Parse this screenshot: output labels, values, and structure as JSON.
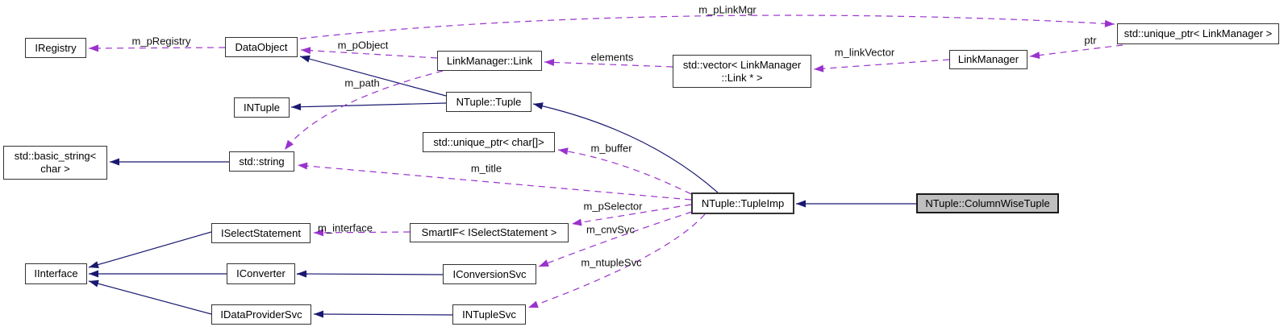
{
  "diagram": {
    "kind": "collaboration-graph",
    "main_class": "NTuple::ColumnWiseTuple"
  },
  "colors": {
    "background": "#ffffff",
    "inheritance_edge": "#191970",
    "usage_edge": "#9a32cd",
    "node_border": "#333333",
    "node_fill": "#ffffff",
    "main_node_fill": "#bfbfbf",
    "text": "#000000"
  },
  "nodes": [
    {
      "label": "IRegistry"
    },
    {
      "label": "DataObject"
    },
    {
      "label": "LinkManager::Link"
    },
    {
      "label": "std::vector< LinkManager\n::Link * >"
    },
    {
      "label": "LinkManager"
    },
    {
      "label": "std::unique_ptr< LinkManager >"
    },
    {
      "label": "INTuple"
    },
    {
      "label": "NTuple::Tuple"
    },
    {
      "label": "std::basic_string<\nchar >"
    },
    {
      "label": "std::string"
    },
    {
      "label": "std::unique_ptr< char[]>"
    },
    {
      "label": "NTuple::TupleImp"
    },
    {
      "label": "NTuple::ColumnWiseTuple"
    },
    {
      "label": "ISelectStatement"
    },
    {
      "label": "SmartIF< ISelectStatement >"
    },
    {
      "label": "IInterface"
    },
    {
      "label": "IConverter"
    },
    {
      "label": "IConversionSvc"
    },
    {
      "label": "IDataProviderSvc"
    },
    {
      "label": "INTupleSvc"
    }
  ],
  "edges": [
    {
      "from": "DataObject",
      "to": "IRegistry",
      "label": "m_pRegistry",
      "kind": "usage"
    },
    {
      "from": "LinkManager::Link",
      "to": "DataObject",
      "label": "m_pObject",
      "kind": "usage"
    },
    {
      "from": "DataObject",
      "to": "std::unique_ptr< LinkManager >",
      "label": "m_pLinkMgr",
      "kind": "usage"
    },
    {
      "from": "std::vector< LinkManager::Link * >",
      "to": "LinkManager::Link",
      "label": "elements",
      "kind": "usage"
    },
    {
      "from": "LinkManager",
      "to": "std::vector< LinkManager::Link * >",
      "label": "m_linkVector",
      "kind": "usage"
    },
    {
      "from": "std::unique_ptr< LinkManager >",
      "to": "LinkManager",
      "label": "ptr",
      "kind": "usage"
    },
    {
      "from": "LinkManager::Link",
      "to": "std::string",
      "label": "m_path",
      "kind": "usage"
    },
    {
      "from": "NTuple::TupleImp",
      "to": "std::unique_ptr< char[]>",
      "label": "m_buffer",
      "kind": "usage"
    },
    {
      "from": "NTuple::TupleImp",
      "to": "std::string",
      "label": "m_title",
      "kind": "usage"
    },
    {
      "from": "NTuple::TupleImp",
      "to": "SmartIF< ISelectStatement >",
      "label": "m_pSelector",
      "kind": "usage"
    },
    {
      "from": "NTuple::TupleImp",
      "to": "IConversionSvc",
      "label": "m_cnvSvc",
      "kind": "usage"
    },
    {
      "from": "NTuple::TupleImp",
      "to": "INTupleSvc",
      "label": "m_ntupleSvc",
      "kind": "usage"
    },
    {
      "from": "SmartIF< ISelectStatement >",
      "to": "ISelectStatement",
      "label": "m_interface",
      "kind": "usage"
    },
    {
      "from": "NTuple::Tuple",
      "to": "DataObject",
      "label": "",
      "kind": "inheritance"
    },
    {
      "from": "NTuple::Tuple",
      "to": "INTuple",
      "label": "",
      "kind": "inheritance"
    },
    {
      "from": "NTuple::TupleImp",
      "to": "NTuple::Tuple",
      "label": "",
      "kind": "inheritance"
    },
    {
      "from": "NTuple::ColumnWiseTuple",
      "to": "NTuple::TupleImp",
      "label": "",
      "kind": "inheritance"
    },
    {
      "from": "std::string",
      "to": "std::basic_string< char >",
      "label": "",
      "kind": "inheritance"
    },
    {
      "from": "ISelectStatement",
      "to": "IInterface",
      "label": "",
      "kind": "inheritance"
    },
    {
      "from": "IConverter",
      "to": "IInterface",
      "label": "",
      "kind": "inheritance"
    },
    {
      "from": "IDataProviderSvc",
      "to": "IInterface",
      "label": "",
      "kind": "inheritance"
    },
    {
      "from": "IConversionSvc",
      "to": "IConverter",
      "label": "",
      "kind": "inheritance"
    },
    {
      "from": "INTupleSvc",
      "to": "IDataProviderSvc",
      "label": "",
      "kind": "inheritance"
    }
  ]
}
